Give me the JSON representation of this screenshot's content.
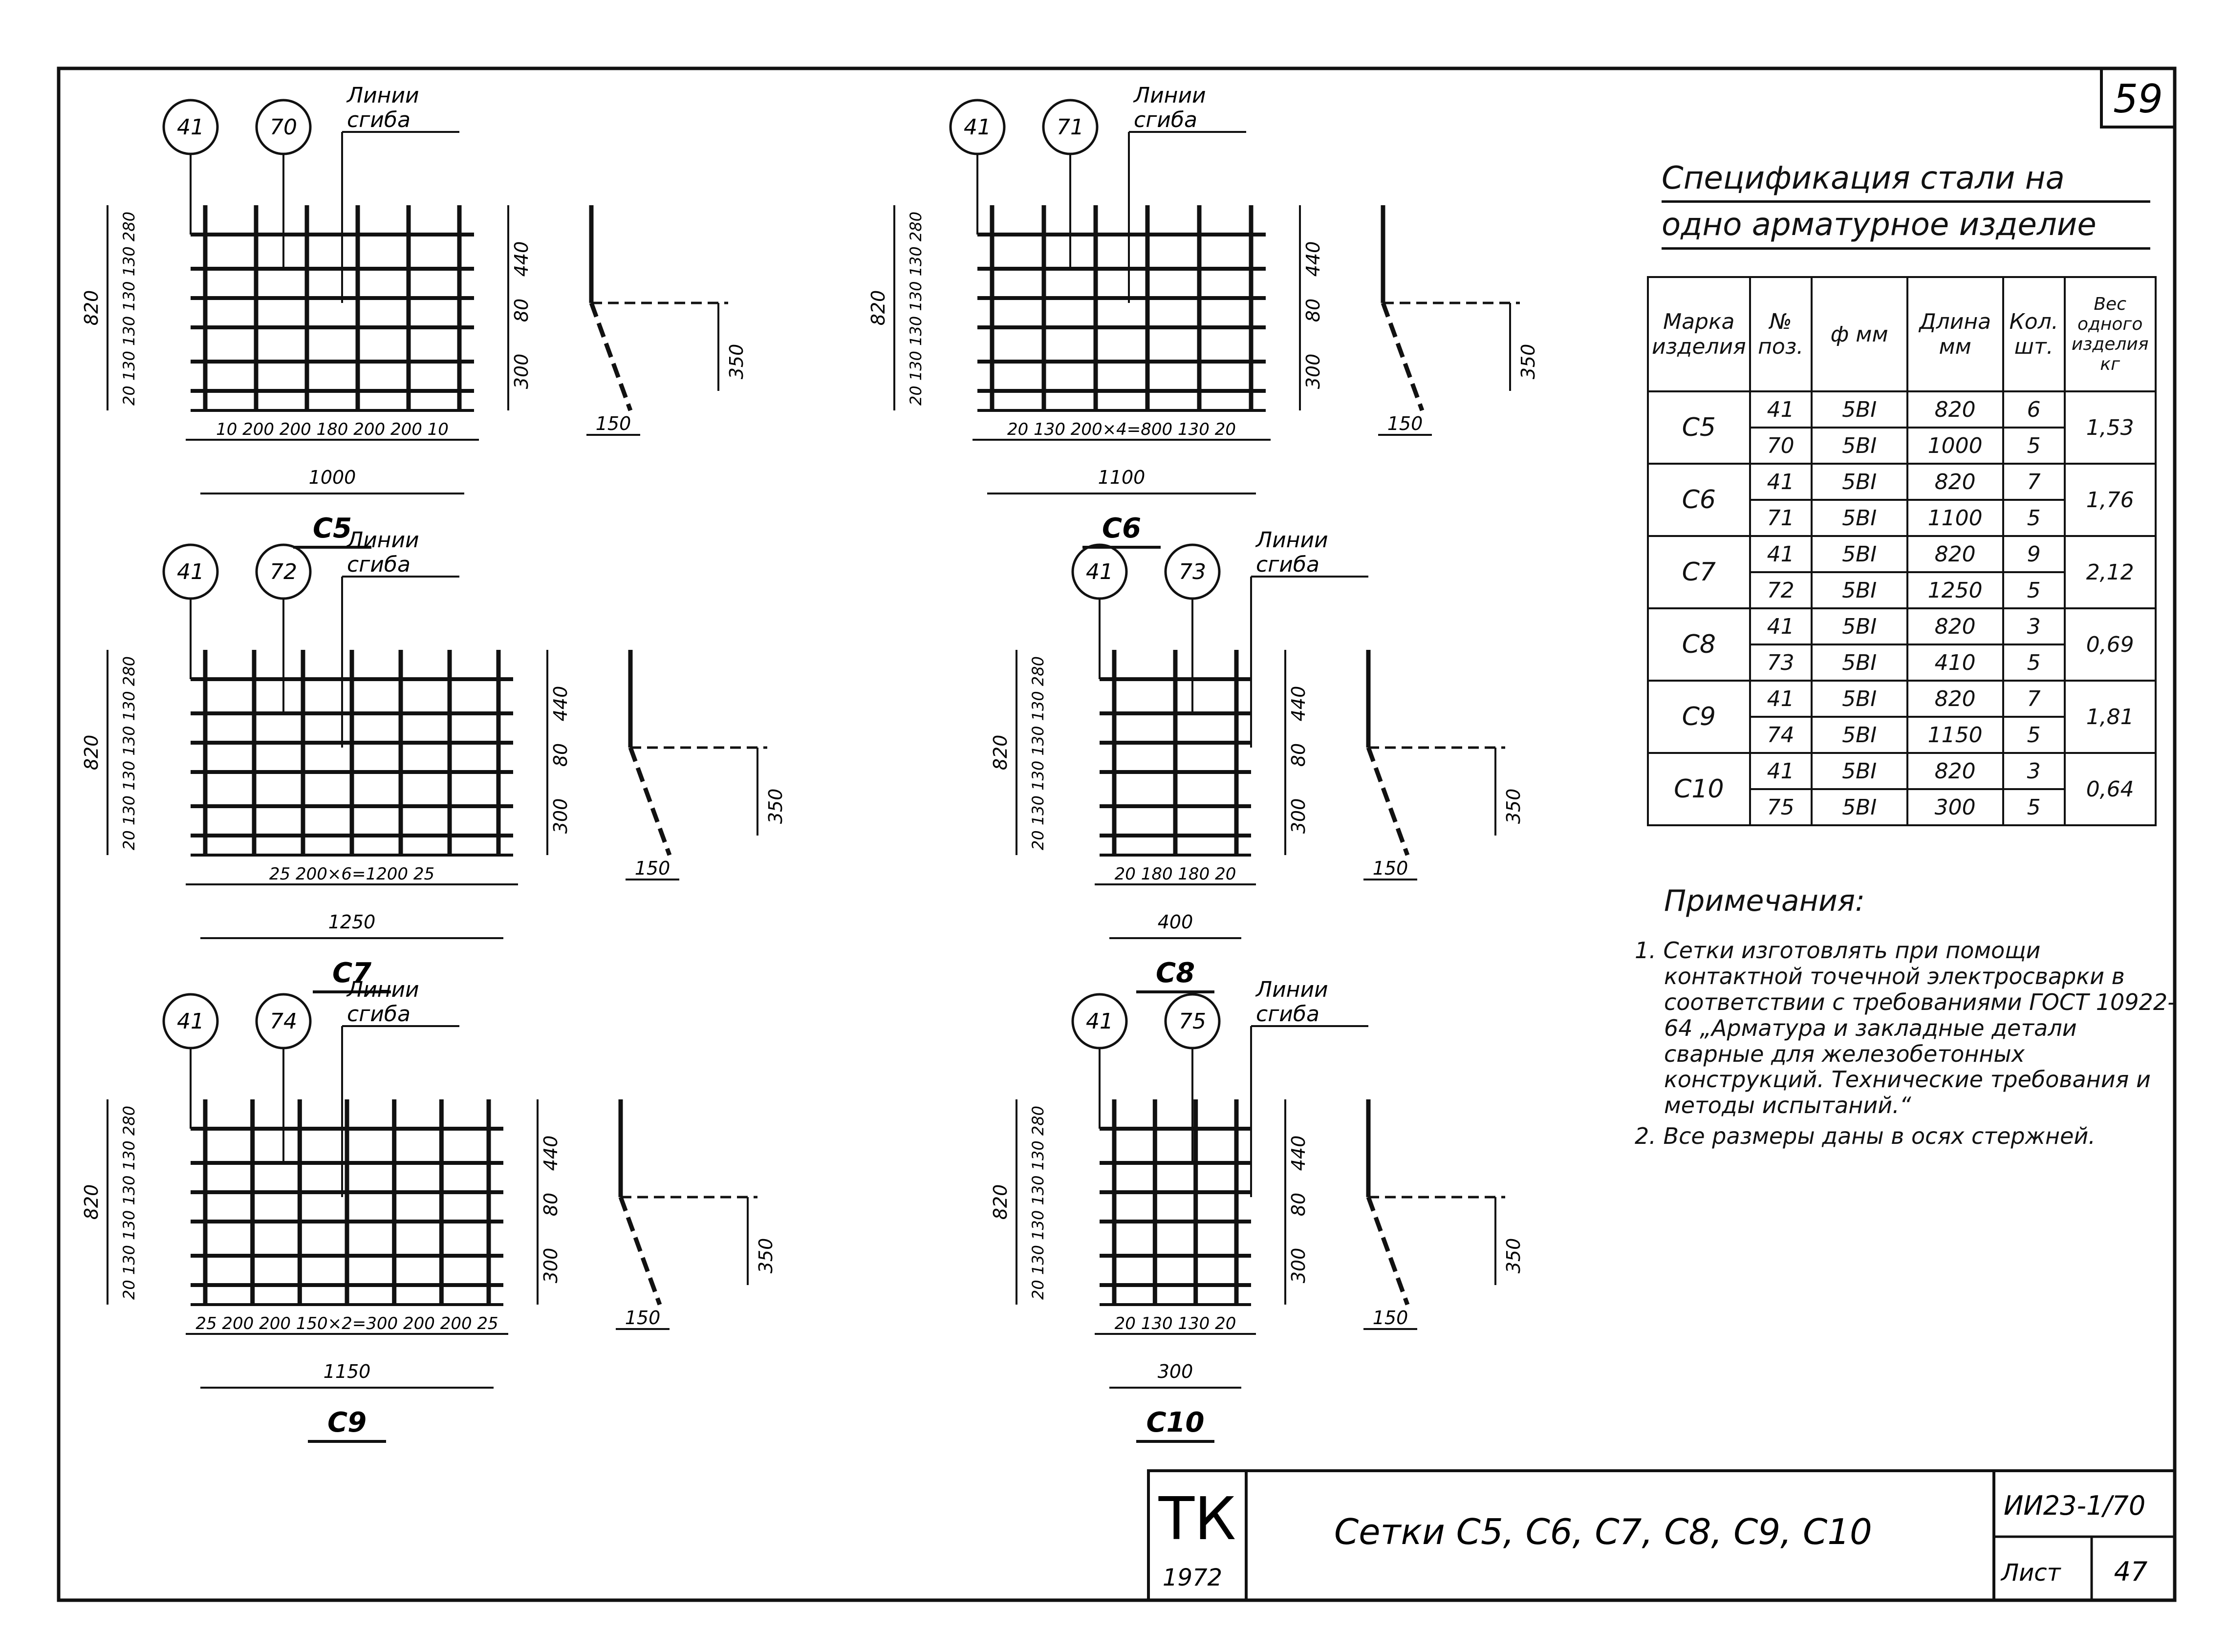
{
  "sheet": {
    "page_number": "59",
    "stamp": "ТК",
    "year": "1972",
    "title": "Сетки С5, С6, С7, С8, С9, С10",
    "series": "ИИ23-1/70",
    "list_label": "Лист",
    "list_number": "47"
  },
  "spec": {
    "title_line1": "Спецификация стали на",
    "title_line2": "одно арматурное изделие",
    "headers": [
      "Марка изделия",
      "№ поз.",
      "ф мм",
      "Длина мм",
      "Кол. шт.",
      "Вес одного изделия кг"
    ],
    "rows": [
      {
        "mark": "С5",
        "weight": "1,53",
        "items": [
          [
            "41",
            "5ВI",
            "820",
            "6"
          ],
          [
            "70",
            "5ВI",
            "1000",
            "5"
          ]
        ]
      },
      {
        "mark": "С6",
        "weight": "1,76",
        "items": [
          [
            "41",
            "5ВI",
            "820",
            "7"
          ],
          [
            "71",
            "5ВI",
            "1100",
            "5"
          ]
        ]
      },
      {
        "mark": "С7",
        "weight": "2,12",
        "items": [
          [
            "41",
            "5ВI",
            "820",
            "9"
          ],
          [
            "72",
            "5ВI",
            "1250",
            "5"
          ]
        ]
      },
      {
        "mark": "С8",
        "weight": "0,69",
        "items": [
          [
            "41",
            "5ВI",
            "820",
            "3"
          ],
          [
            "73",
            "5ВI",
            "410",
            "5"
          ]
        ]
      },
      {
        "mark": "С9",
        "weight": "1,81",
        "items": [
          [
            "41",
            "5ВI",
            "820",
            "7"
          ],
          [
            "74",
            "5ВI",
            "1150",
            "5"
          ]
        ]
      },
      {
        "mark": "С10",
        "weight": "0,64",
        "items": [
          [
            "41",
            "5ВI",
            "820",
            "3"
          ],
          [
            "75",
            "5ВI",
            "300",
            "5"
          ]
        ]
      }
    ]
  },
  "notes": {
    "title": "Примечания:",
    "items": [
      "1. Сетки изготовлять при помощи контактной точечной электросварки в соответствии с требованиями ГОСТ 10922-64 „Арматура и закладные детали сварные для железобетонных конструкций. Технические требования и методы испытаний.“",
      "2. Все размеры даны в осях стержней."
    ]
  },
  "common": {
    "bend_line": "Линии",
    "bend_line2": "сгиба",
    "d820": "820",
    "d440": "440",
    "d80": "80",
    "d300": "300",
    "d350": "350",
    "d150": "150",
    "d20": "20",
    "vstack": "20 130 130 130 130 280"
  },
  "meshes": [
    {
      "name": "С5",
      "pos_a": "41",
      "pos_b": "70",
      "bottom_dims": "10  200  200  180  200  200  10",
      "total": "1000"
    },
    {
      "name": "С6",
      "pos_a": "41",
      "pos_b": "71",
      "bottom_dims": "20  130   200×4=800   130  20",
      "total": "1100"
    },
    {
      "name": "С7",
      "pos_a": "41",
      "pos_b": "72",
      "bottom_dims": "25      200×6=1200      25",
      "total": "1250"
    },
    {
      "name": "С8",
      "pos_a": "41",
      "pos_b": "73",
      "bottom_dims": "20  180  180  20",
      "total": "400"
    },
    {
      "name": "С9",
      "pos_a": "41",
      "pos_b": "74",
      "bottom_dims": "25  200  200  150×2=300  200  200  25",
      "total": "1150"
    },
    {
      "name": "С10",
      "pos_a": "41",
      "pos_b": "75",
      "bottom_dims": "20  130  130  20",
      "total": "300"
    }
  ]
}
